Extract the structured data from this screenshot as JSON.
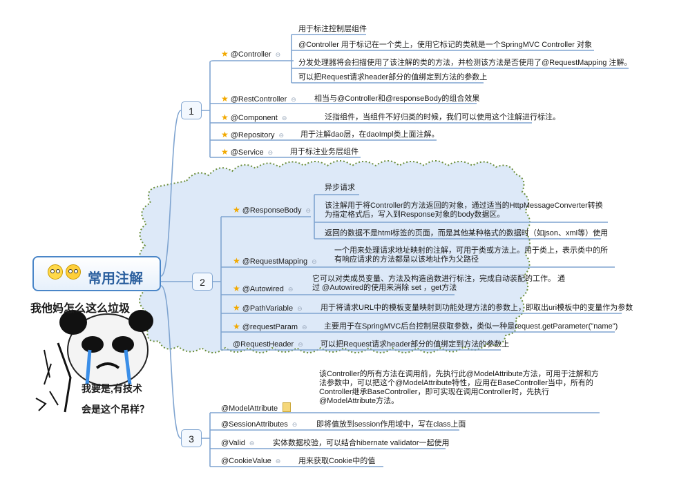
{
  "colors": {
    "line": "#7fa4d0",
    "star": "#f2a900",
    "cloud_fill": "#dde9f8",
    "cloud_border": "#6b8e3a",
    "root_border": "#4a86c8"
  },
  "root": {
    "title": "常用注解",
    "icons": [
      "confused-face-icon",
      "crying-face-icon"
    ]
  },
  "groups": [
    {
      "number": "1",
      "items": [
        {
          "label": "@Controller",
          "starred": true,
          "details": [
            "用于标注控制层组件",
            "@Controller 用于标记在一个类上，使用它标记的类就是一个SpringMVC Controller 对象",
            "分发处理器将会扫描使用了该注解的类的方法，并检测该方法是否使用了@RequestMapping 注解。",
            "可以把Request请求header部分的值绑定到方法的参数上"
          ]
        },
        {
          "label": "@RestController",
          "starred": true,
          "details": [
            "相当与@Controller和@responseBody的组合效果"
          ]
        },
        {
          "label": "@Component",
          "starred": true,
          "details": [
            "泛指组件，当组件不好归类的时候，我们可以使用这个注解进行标注。"
          ]
        },
        {
          "label": "@Repository",
          "starred": true,
          "details": [
            "用于注解dao层，在daoImpl类上面注解。"
          ]
        },
        {
          "label": "@Service",
          "starred": true,
          "details": [
            "用于标注业务层组件"
          ]
        }
      ]
    },
    {
      "number": "2",
      "items": [
        {
          "label": "@ResponseBody",
          "starred": true,
          "details": [
            "异步请求",
            "该注解用于将Controller的方法返回的对象，通过适当的HttpMessageConverter转换为指定格式后，写入到Response对象的body数据区。",
            "返回的数据不是html标签的页面，而是其他某种格式的数据时（如json、xml等）使用"
          ]
        },
        {
          "label": "@RequestMapping",
          "starred": true,
          "details": [
            "一个用来处理请求地址映射的注解，可用于类或方法上。用于类上，表示类中的所有响应请求的方法都是以该地址作为父路径"
          ]
        },
        {
          "label": "@Autowired",
          "starred": true,
          "details": [
            "它可以对类成员变量、方法及构造函数进行标注，完成自动装配的工作。 通过 @Autowired的使用来消除 set ，get方法"
          ]
        },
        {
          "label": "@PathVariable",
          "starred": true,
          "details": [
            "用于将请求URL中的模板变量映射到功能处理方法的参数上，即取出uri模板中的变量作为参数"
          ]
        },
        {
          "label": "@requestParam",
          "starred": true,
          "details": [
            "主要用于在SpringMVC后台控制层获取参数，类似一种是request.getParameter(\"name\")"
          ]
        },
        {
          "label": "@RequestHeader",
          "starred": false,
          "details": [
            "可以把Request请求header部分的值绑定到方法的参数上"
          ]
        }
      ]
    },
    {
      "number": "3",
      "items": [
        {
          "label": "@ModelAttribute",
          "starred": false,
          "note_icon": "note-icon",
          "details": [
            "该Controller的所有方法在调用前，先执行此@ModelAttribute方法，可用于注解和方法参数中，可以把这个@ModelAttribute特性，应用在BaseController当中，所有的Controller继承BaseController，即可实现在调用Controller时，先执行@ModelAttribute方法。"
          ]
        },
        {
          "label": "@SessionAttributes",
          "starred": false,
          "details": [
            "即将值放到session作用域中，写在class上面"
          ]
        },
        {
          "label": "@Valid",
          "starred": false,
          "details": [
            "实体数据校验，可以结合hibernate validator一起使用"
          ]
        },
        {
          "label": "@CookieValue",
          "starred": false,
          "details": [
            "用来获取Cookie中的值"
          ]
        }
      ]
    }
  ],
  "meme": {
    "top": "我他妈怎么这么垃圾",
    "bottom1": "我要是,有技术",
    "bottom2": "会是这个吊样？"
  }
}
